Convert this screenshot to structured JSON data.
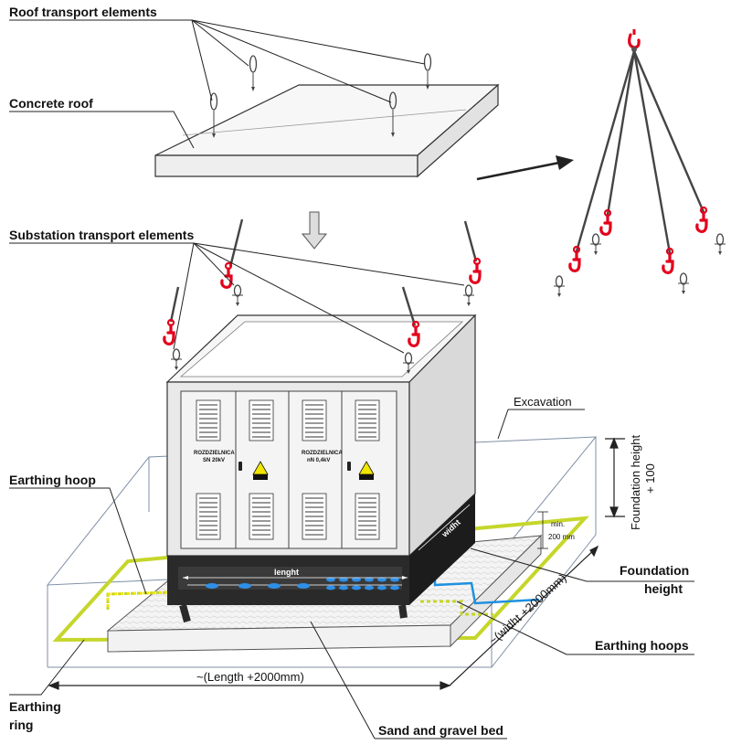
{
  "labels": {
    "roof_transport": "Roof transport elements",
    "concrete_roof": "Concrete roof",
    "substation_transport": "Substation transport elements",
    "excavation": "Excavation",
    "foundation_height_100_a": "Foundation height",
    "foundation_height_100_b": "+ 100",
    "earthing_hoop": "Earthing hoop",
    "foundation_height_a": "Foundation",
    "foundation_height_b": "height",
    "earthing_hoops": "Earthing hoops",
    "earthing_ring_a": "Earthing",
    "earthing_ring_b": "ring",
    "sand_gravel": "Sand and gravel bed",
    "length_dim": "~(Length +2000mm)",
    "width_dim": "~(widht +2000mm)",
    "min_a": "min.",
    "min_b": "200 mm",
    "lenght": "lenght",
    "widht": "widht",
    "panel_mv_a": "ROZDZIELNICA",
    "panel_mv_b": "SN 20kV",
    "panel_lv_a": "ROZDZIELNICA",
    "panel_lv_b": "nN 0,4kV"
  },
  "colors": {
    "hook": "#e3001b",
    "earthing": "#c6d62b",
    "earthing_yellow": "#f2e600",
    "earth_wire": "#1e90e0",
    "base": "#2a2a2a",
    "cable_holes": "#2f8fe6"
  }
}
